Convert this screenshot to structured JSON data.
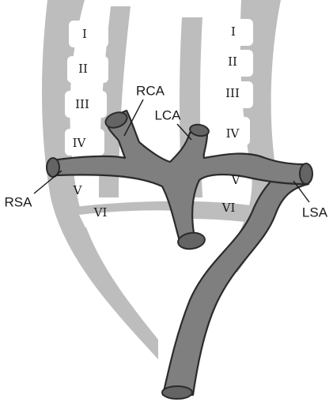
{
  "left_arches": [
    "I",
    "II",
    "III",
    "IV",
    "V",
    "VI"
  ],
  "right_arches": [
    "I",
    "II",
    "III",
    "IV",
    "V",
    "VI"
  ],
  "vessels": {
    "rca": "RCA",
    "lca": "LCA",
    "rsa": "RSA",
    "lsa": "LSA"
  },
  "colors": {
    "embryonic_vessels": "#bdbdbd",
    "persisting_vessels": "#7f7f7f",
    "outline": "#2b2b2b"
  }
}
